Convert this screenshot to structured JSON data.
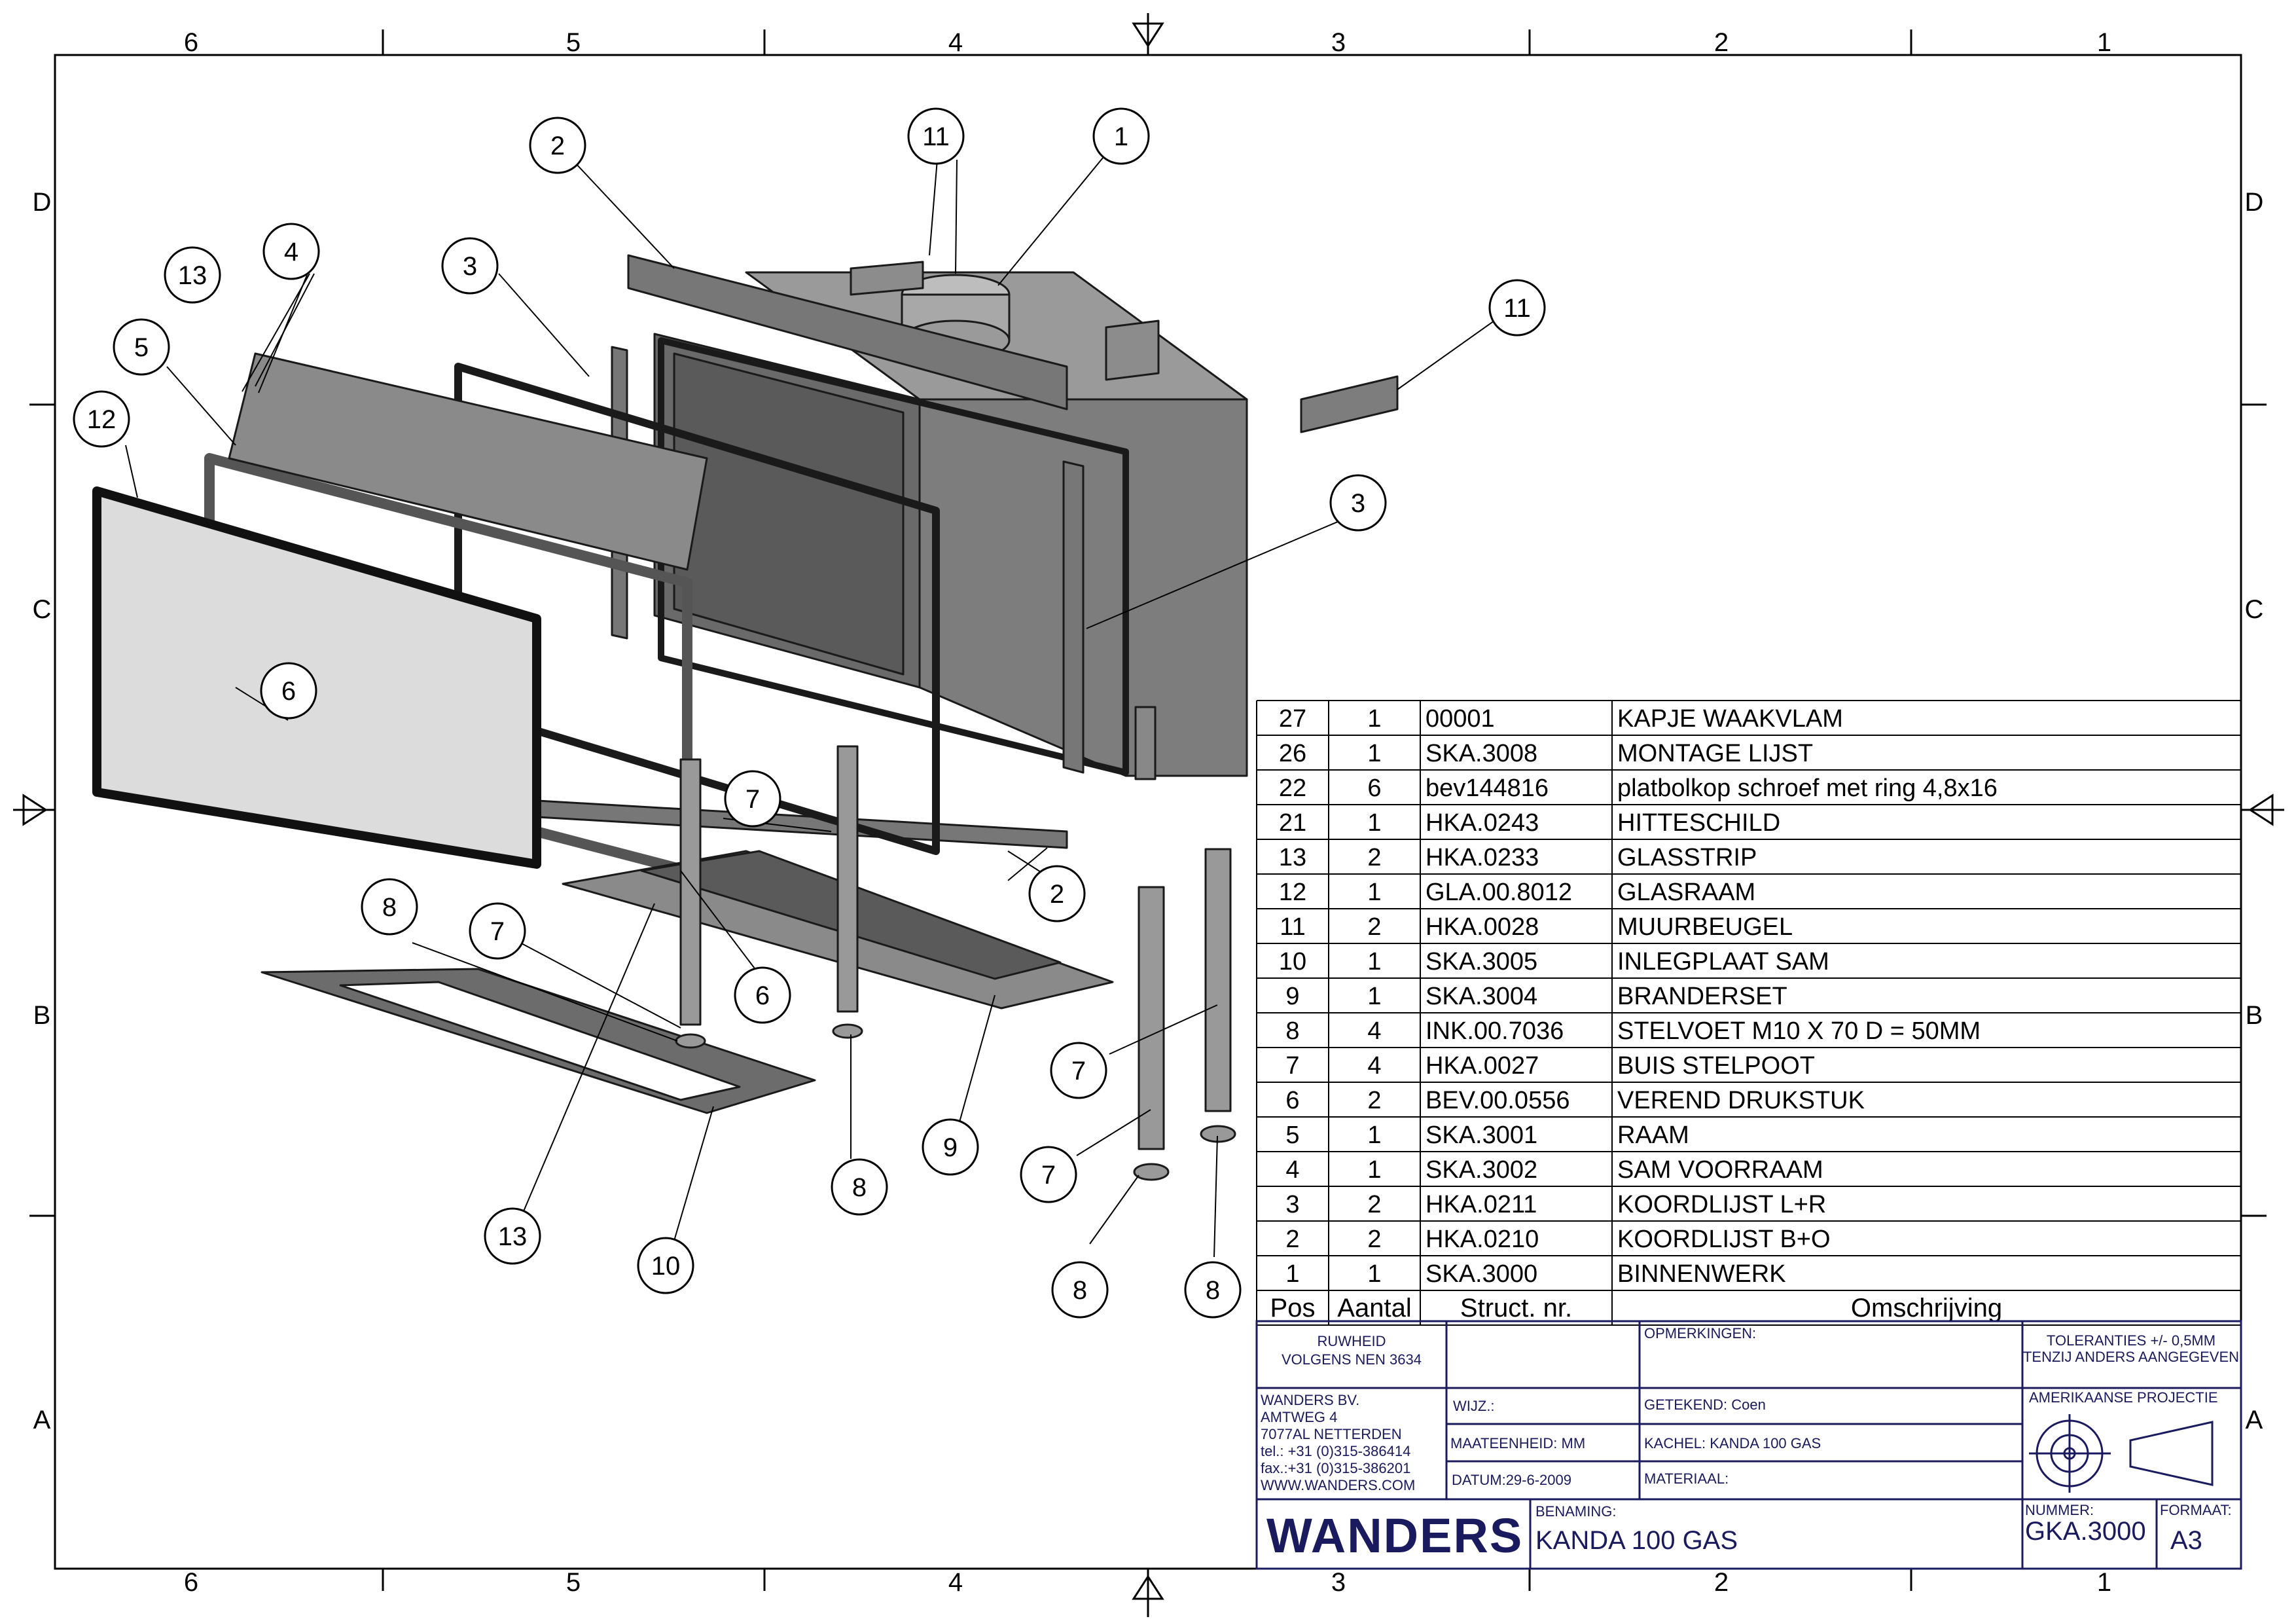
{
  "frame": {
    "zones_top": [
      "6",
      "5",
      "4",
      "3",
      "2",
      "1"
    ],
    "zones_bottom": [
      "6",
      "5",
      "4",
      "3",
      "2",
      "1"
    ],
    "zones_left": [
      "D",
      "C",
      "B",
      "A"
    ],
    "zones_right": [
      "D",
      "C",
      "B",
      "A"
    ]
  },
  "balloons": [
    "1",
    "2",
    "3",
    "4",
    "5",
    "6",
    "7",
    "8",
    "9",
    "10",
    "11",
    "12",
    "13"
  ],
  "parts_list": {
    "headers": [
      "Pos",
      "Aantal",
      "Struct. nr.",
      "Omschrijving"
    ],
    "rows": [
      [
        "27",
        "1",
        "00001",
        "KAPJE WAAKVLAM"
      ],
      [
        "26",
        "1",
        "SKA.3008",
        "MONTAGE LIJST"
      ],
      [
        "22",
        "6",
        "bev144816",
        "platbolkop schroef met ring 4,8x16"
      ],
      [
        "21",
        "1",
        "HKA.0243",
        "HITTESCHILD"
      ],
      [
        "13",
        "2",
        "HKA.0233",
        "GLASSTRIP"
      ],
      [
        "12",
        "1",
        "GLA.00.8012",
        "GLASRAAM"
      ],
      [
        "11",
        "2",
        "HKA.0028",
        "MUURBEUGEL"
      ],
      [
        "10",
        "1",
        "SKA.3005",
        "INLEGPLAAT SAM"
      ],
      [
        "9",
        "1",
        "SKA.3004",
        "BRANDERSET"
      ],
      [
        "8",
        "4",
        "INK.00.7036",
        "STELVOET M10 X 70 D = 50MM"
      ],
      [
        "7",
        "4",
        "HKA.0027",
        "BUIS STELPOOT"
      ],
      [
        "6",
        "2",
        "BEV.00.0556",
        "VEREND DRUKSTUK"
      ],
      [
        "5",
        "1",
        "SKA.3001",
        "RAAM"
      ],
      [
        "4",
        "1",
        "SKA.3002",
        "SAM VOORRAAM"
      ],
      [
        "3",
        "2",
        "HKA.0211",
        "KOORDLIJST L+R"
      ],
      [
        "2",
        "2",
        "HKA.0210",
        "KOORDLIJST B+O"
      ],
      [
        "1",
        "1",
        "SKA.3000",
        "BINNENWERK"
      ]
    ]
  },
  "title_block": {
    "roughness_1": "RUWHEID",
    "roughness_2": "VOLGENS NEN 3634",
    "remarks": "OPMERKINGEN:",
    "tolerance_1": "TOLERANTIES +/- 0,5MM",
    "tolerance_2": "TENZIJ ANDERS AANGEGEVEN",
    "company": [
      "WANDERS BV.",
      "AMTWEG 4",
      "7077AL NETTERDEN",
      "tel.: +31 (0)315-386414",
      "fax.:+31 (0)315-386201",
      "WWW.WANDERS.COM"
    ],
    "revision": "WIJZ.:",
    "drawn_by": "GETEKEND: Coen",
    "projection": "AMERIKAANSE PROJECTIE",
    "unit": "MAATEENHEID: MM",
    "stove": "KACHEL:  KANDA 100 GAS",
    "date": "DATUM:29-6-2009",
    "material": "MATERIAAL:",
    "logo": "WANDERS",
    "name_label": "BENAMING:",
    "name": "KANDA 100 GAS",
    "number_label": "NUMMER:",
    "number": "GKA.3000",
    "format_label": "FORMAAT:",
    "format": "A3"
  },
  "colors": {
    "ink": "#000000",
    "title_ink": "#1a1a5e",
    "steel": "#8a8a8a",
    "steel_dark": "#555555",
    "glass": "#dcdcdc"
  }
}
